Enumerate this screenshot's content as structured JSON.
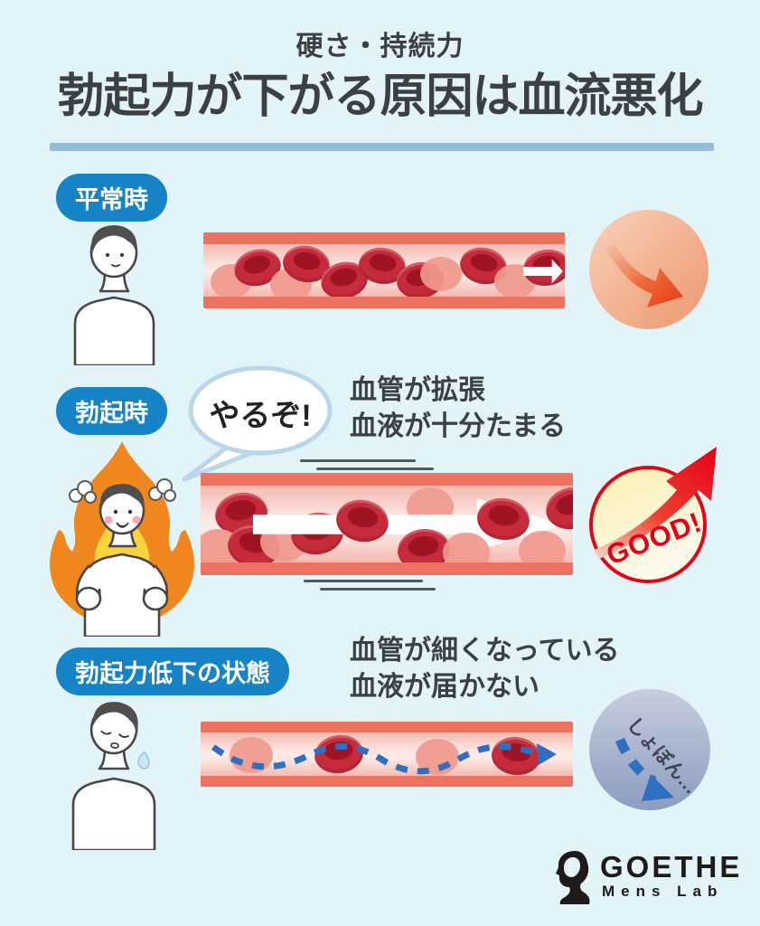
{
  "header": {
    "subtitle": "硬さ・持続力",
    "title": "勃起力が下がる原因は血流悪化"
  },
  "sections": {
    "normal": {
      "label": "平常時",
      "badge_icon": "down-trend-arrow"
    },
    "erection": {
      "label": "勃起時",
      "speech": "やるぞ!",
      "caption1": "血管が拡張",
      "caption2": "血液が十分たまる",
      "badge": "GOOD!",
      "badge_icon": "up-trend-arrow"
    },
    "decline": {
      "label": "勃起力低下の状態",
      "caption1": "血管が細くなっている",
      "caption2": "血液が届かない",
      "badge": "しょぼん…",
      "badge_icon": "weak-dashed-down-arrow"
    }
  },
  "footer": {
    "brand": "GOETHE",
    "brand_sub": "Mens Lab"
  },
  "colors": {
    "background": "#e2f4f8",
    "label_pill": "#1583c5",
    "divider": "#93bddc",
    "vessel_wall": "#ec7262",
    "vessel_lumen": "#fdeae6",
    "red_blood_cell": "#c62b3b",
    "pink_cell": "#f0998d",
    "good_red": "#e00019",
    "down_badge_peach": "#ef9b74",
    "shobon_blue_gray": "#8d9cc0",
    "dashed_arrow_blue": "#2f6fc1"
  }
}
